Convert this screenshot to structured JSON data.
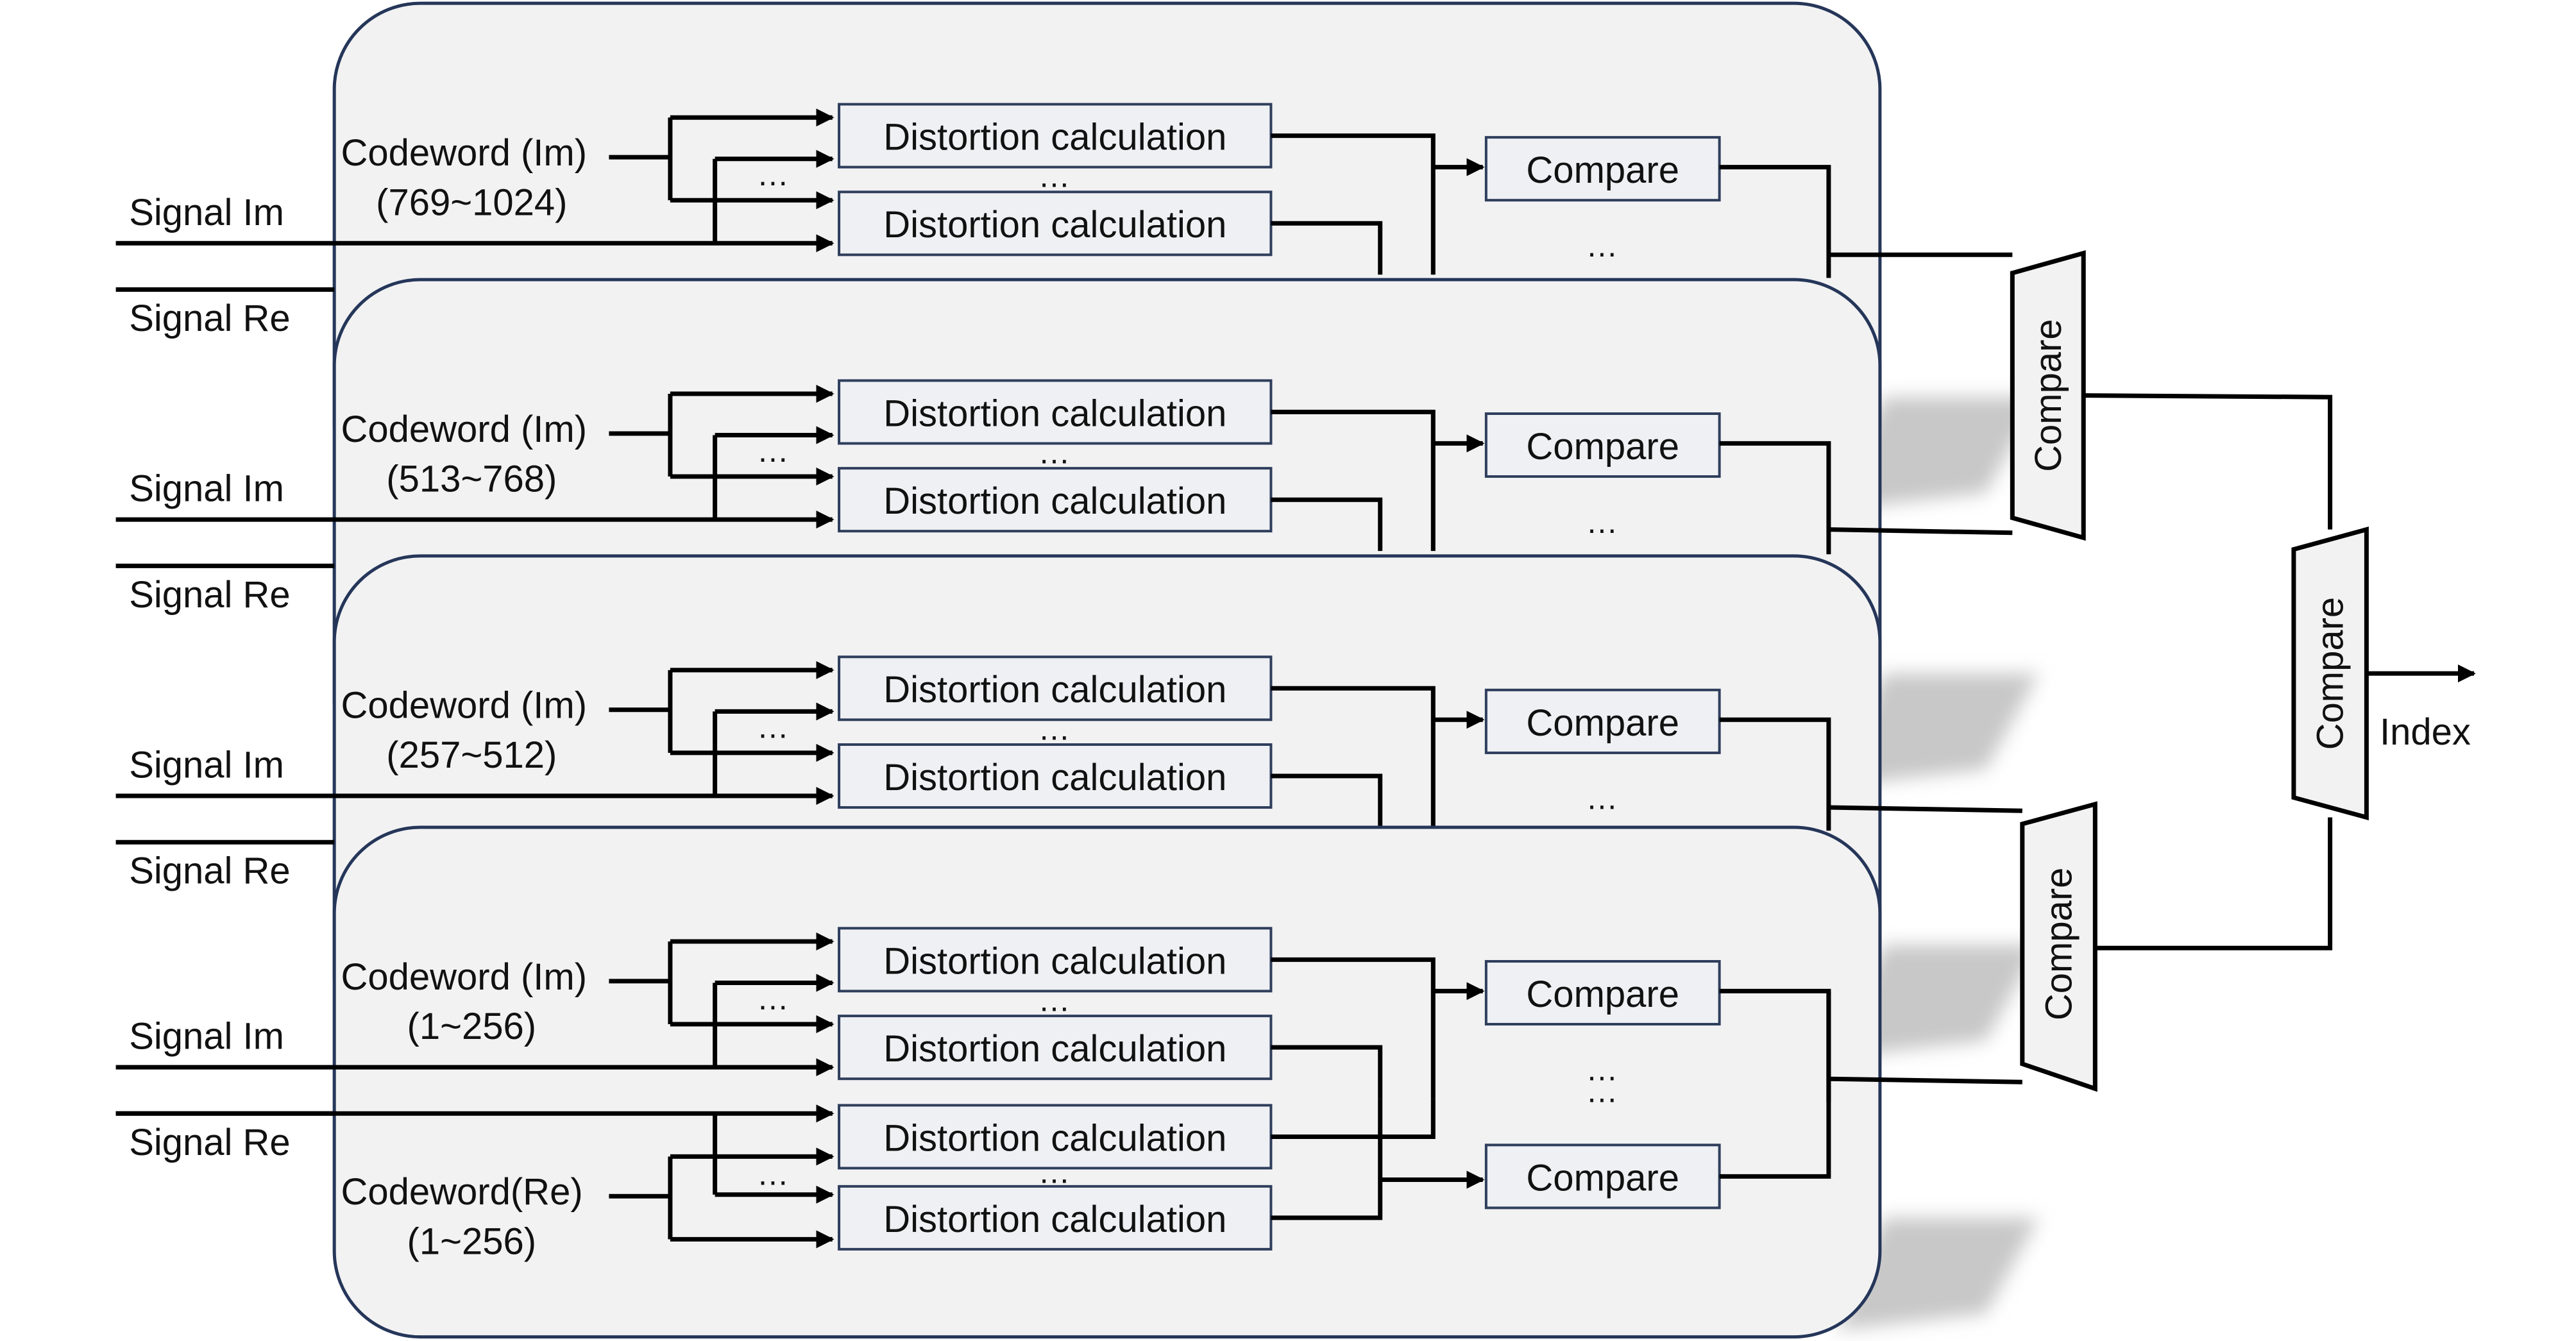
{
  "labels": {
    "signal_im": "Signal Im",
    "signal_re": "Signal Re",
    "distortion": "Distortion calculation",
    "compare": "Compare",
    "index": "Index",
    "ellipsis": "…"
  },
  "panels": [
    {
      "codeword_name": "Codeword (Im)",
      "codeword_range": "(769~1024)"
    },
    {
      "codeword_name": "Codeword (Im)",
      "codeword_range": "(513~768)"
    },
    {
      "codeword_name": "Codeword (Im)",
      "codeword_range": "(257~512)"
    },
    {
      "codeword_name": "Codeword (Im)",
      "codeword_range": "(1~256)",
      "re_codeword_name": "Codeword(Re)",
      "re_codeword_range": "(1~256)"
    }
  ],
  "colors": {
    "panel_fill": "#f2f2f3",
    "panel_border": "#253659",
    "block_fill": "#eef0f3",
    "block_border": "#2f3e5c",
    "wire": "#000000"
  }
}
